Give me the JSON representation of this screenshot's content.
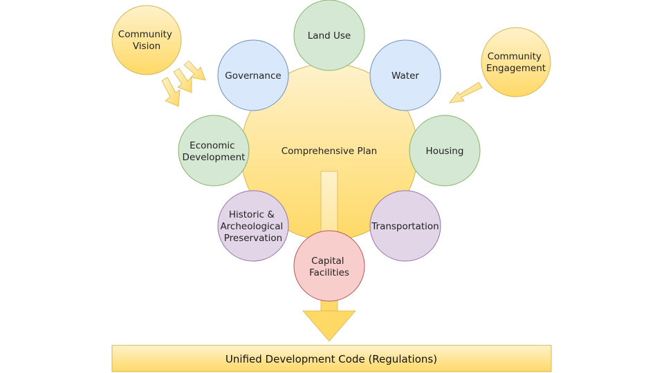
{
  "center": {
    "label": "Comprehensive Plan"
  },
  "inputs": {
    "community_vision": [
      "Community",
      "Vision"
    ],
    "community_engagement": [
      "Community",
      "Engagement"
    ]
  },
  "elements": {
    "land_use": [
      "Land Use"
    ],
    "governance": [
      "Governance"
    ],
    "water": [
      "Water"
    ],
    "economic_development": [
      "Economic",
      "Development"
    ],
    "housing": [
      "Housing"
    ],
    "historic_preservation": [
      "Historic &",
      "Archeological",
      "Preservation"
    ],
    "transportation": [
      "Transportation"
    ],
    "capital_facilities": [
      "Capital",
      "Facilities"
    ]
  },
  "output": {
    "label": "Unified Development Code (Regulations)"
  },
  "colors": {
    "yellow_light": "#fff2cc",
    "yellow_dark": "#ffd966",
    "yellow_border": "#d6b656",
    "green_fill": "#d5e8d4",
    "green_border": "#82b366",
    "blue_fill": "#dae8fc",
    "blue_border": "#6c8ebf",
    "purple_fill": "#e1d5e7",
    "purple_border": "#9673a6",
    "red_fill": "#f8cecc",
    "red_border": "#b85450"
  }
}
